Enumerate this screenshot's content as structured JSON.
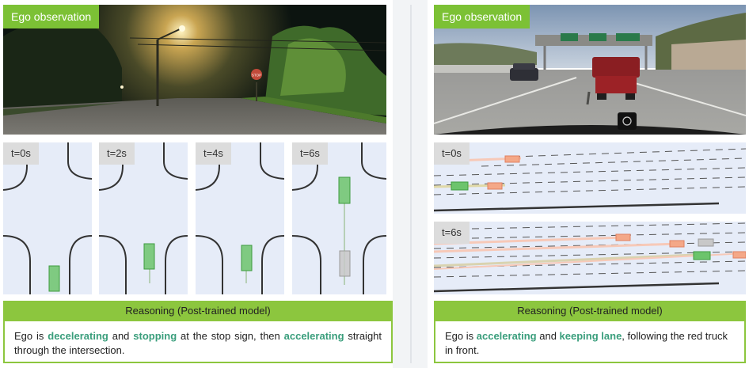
{
  "left": {
    "observation_label": "Ego observation",
    "frames": [
      {
        "label": "t=0s"
      },
      {
        "label": "t=2s"
      },
      {
        "label": "t=4s"
      },
      {
        "label": "t=6s"
      }
    ],
    "reasoning_header": "Reasoning (Post-trained model)",
    "reasoning": {
      "p1": "Ego is ",
      "h1": "decelerating",
      "p2": " and ",
      "h2": "stopping",
      "p3": " at the stop sign, then ",
      "h3": "accelerating",
      "p4": " straight through the intersection."
    },
    "sign_text": "STOP"
  },
  "right": {
    "observation_label": "Ego observation",
    "frames": [
      {
        "label": "t=0s"
      },
      {
        "label": "t=6s"
      }
    ],
    "reasoning_header": "Reasoning (Post-trained model)",
    "reasoning": {
      "p1": "Ego is ",
      "h1": "accelerating",
      "p2": " and ",
      "h2": "keeping lane",
      "p3": ", following the red truck in front."
    }
  },
  "colors": {
    "accent_green": "#7cc135",
    "highlight_text": "#3a9e7c",
    "ego_box": "#6cc46c",
    "other_agent_box": "#f4a888",
    "map_background": "#e6ecf8"
  }
}
